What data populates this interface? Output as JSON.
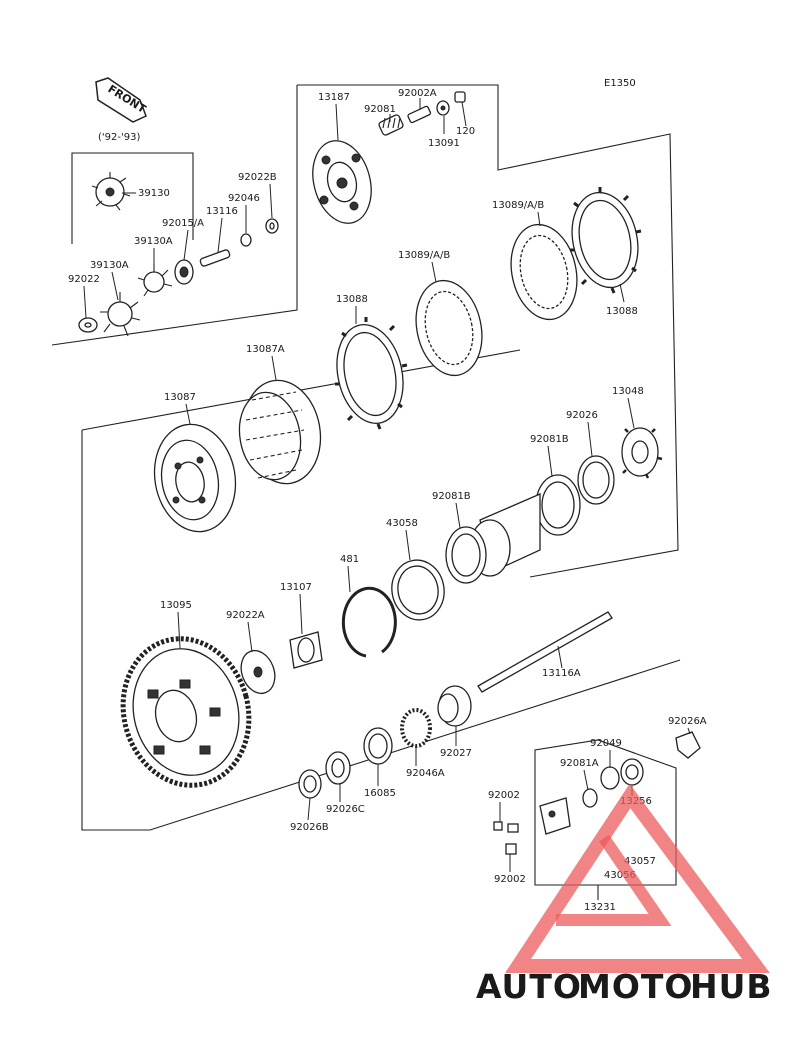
{
  "diagram_code": "E1350",
  "front_label": "FRONT",
  "year_range": "('92-'93)",
  "watermark": {
    "auto": "AUTO",
    "moto": "MOTO",
    "hub": "HUB",
    "auto_color": "#f3b23b",
    "moto_color": "#ee8a8a",
    "hub_color": "#9a9a9a",
    "triangle_color": "#ec5b5b"
  },
  "part_labels": {
    "p13187": "13187",
    "p92081": "92081",
    "p92002A": "92002A",
    "p120": "120",
    "p13091": "13091",
    "p39130_top": "39130",
    "p92022B": "92022B",
    "p92046": "92046",
    "p13116": "13116",
    "p92015A": "92015/A",
    "p39130A_1": "39130A",
    "p39130A_2": "39130A",
    "p92022": "92022",
    "p13089AB_1": "13089/A/B",
    "p13089AB_2": "13089/A/B",
    "p13088_1": "13088",
    "p13088_2": "13088",
    "p13087A": "13087A",
    "p13087": "13087",
    "p13048": "13048",
    "p92026": "92026",
    "p92081B_1": "92081B",
    "p92081B_2": "92081B",
    "p43058": "43058",
    "p481": "481",
    "p13107": "13107",
    "p13095": "13095",
    "p92022A": "92022A",
    "p13116A": "13116A",
    "p92026A": "92026A",
    "p92027": "92027",
    "p92046A": "92046A",
    "p16085": "16085",
    "p92026C": "92026C",
    "p92026B": "92026B",
    "p92049": "92049",
    "p92081A": "92081A",
    "p13256": "13256",
    "p92002_1": "92002",
    "p92002_2": "92002",
    "p43057": "43057",
    "p43056": "43056",
    "p13231": "13231"
  }
}
